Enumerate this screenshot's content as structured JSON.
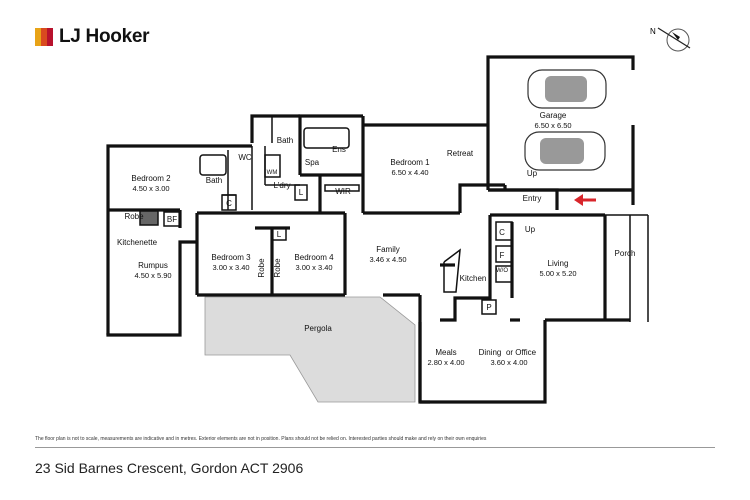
{
  "brand": {
    "name": "LJ Hooker",
    "colors": [
      "#e8a317",
      "#d94a1f",
      "#b8122d"
    ]
  },
  "address": "23 Sid Barnes Crescent, Gordon ACT 2906",
  "disclaimer": "The floor plan is not to scale, measurements are indicative and in metres. Exterior elements are not in position. Plans should not be relied on. Interested parties should make and rely on their own enquiries",
  "compass": {
    "label": "N"
  },
  "rooms": {
    "garage": {
      "name": "Garage",
      "dim": "6.50 x 6.50"
    },
    "bedroom1": {
      "name": "Bedroom 1",
      "dim": "6.50 x 4.40"
    },
    "bedroom2": {
      "name": "Bedroom 2",
      "dim": "4.50 x 3.00"
    },
    "bedroom3": {
      "name": "Bedroom 3",
      "dim": "3.00 x 3.40"
    },
    "bedroom4": {
      "name": "Bedroom 4",
      "dim": "3.00 x 3.40"
    },
    "rumpus": {
      "name": "Rumpus",
      "dim": "4.50 x 5.90"
    },
    "family": {
      "name": "Family",
      "dim": "3.46 x 4.50"
    },
    "living": {
      "name": "Living",
      "dim": "5.00 x 5.20"
    },
    "meals": {
      "name": "Meals",
      "dim": "2.80 x 4.00"
    },
    "dining": {
      "name": "Dining",
      "name_or": "or Office",
      "dim": "3.60 x 4.00"
    }
  },
  "labels": {
    "retreat": "Retreat",
    "bath": "Bath",
    "bath2": "Bath",
    "wc": "WC",
    "wm": "WM",
    "ens": "Ens",
    "spa": "Spa",
    "ldry": "L'dry",
    "l": "L",
    "l2": "L",
    "c": "C",
    "c2": "C",
    "f": "F",
    "wo": "W/O",
    "p": "P",
    "wir": "WIR",
    "robe1": "Robe",
    "robe2": "Robe",
    "robe3": "Robe",
    "bf": "BF",
    "kitchenette": "Kitchenette",
    "kitchen": "Kitchen",
    "entry": "Entry",
    "up1": "Up",
    "up2": "Up",
    "porch": "Porch",
    "pergola": "Pergola"
  }
}
